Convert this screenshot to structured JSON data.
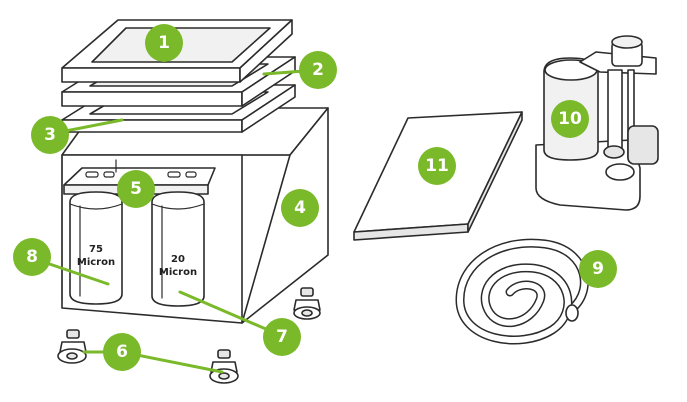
{
  "colors": {
    "accent": "#7ab929",
    "outline": "#2b2b2b"
  },
  "filters": [
    {
      "size": "75",
      "unit": "Micron"
    },
    {
      "size": "20",
      "unit": "Micron"
    }
  ],
  "callouts": [
    "1",
    "2",
    "3",
    "4",
    "5",
    "6",
    "7",
    "8",
    "9",
    "10",
    "11"
  ]
}
